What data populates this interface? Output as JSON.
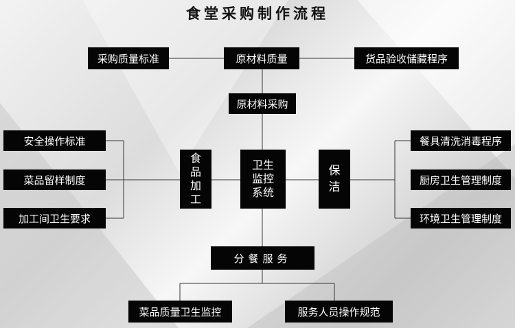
{
  "title": "食堂采购制作流程",
  "nodes": {
    "raw_material_quality": "原材料质量",
    "purchase_standard": "采购质量标准",
    "goods_inspection": "货品验收储藏程序",
    "raw_material_purchase": "原材料采购",
    "safety_standard": "安全操作标准",
    "sample_retention": "菜品留样制度",
    "processing_room_hygiene": "加工间卫生要求",
    "food_processing": [
      "食",
      "品",
      "加",
      "工"
    ],
    "hygiene_monitoring": [
      "卫生",
      "监控",
      "系统"
    ],
    "cleaning": [
      "保",
      "洁"
    ],
    "tableware_disinfection": "餐具清洗消毒程序",
    "kitchen_hygiene": "厨房卫生管理制度",
    "environment_hygiene": "环境卫生管理制度",
    "meal_service": "分餐服务",
    "dish_quality_monitoring": "菜品质量卫生监控",
    "service_staff_standard": "服务人员操作规范"
  }
}
